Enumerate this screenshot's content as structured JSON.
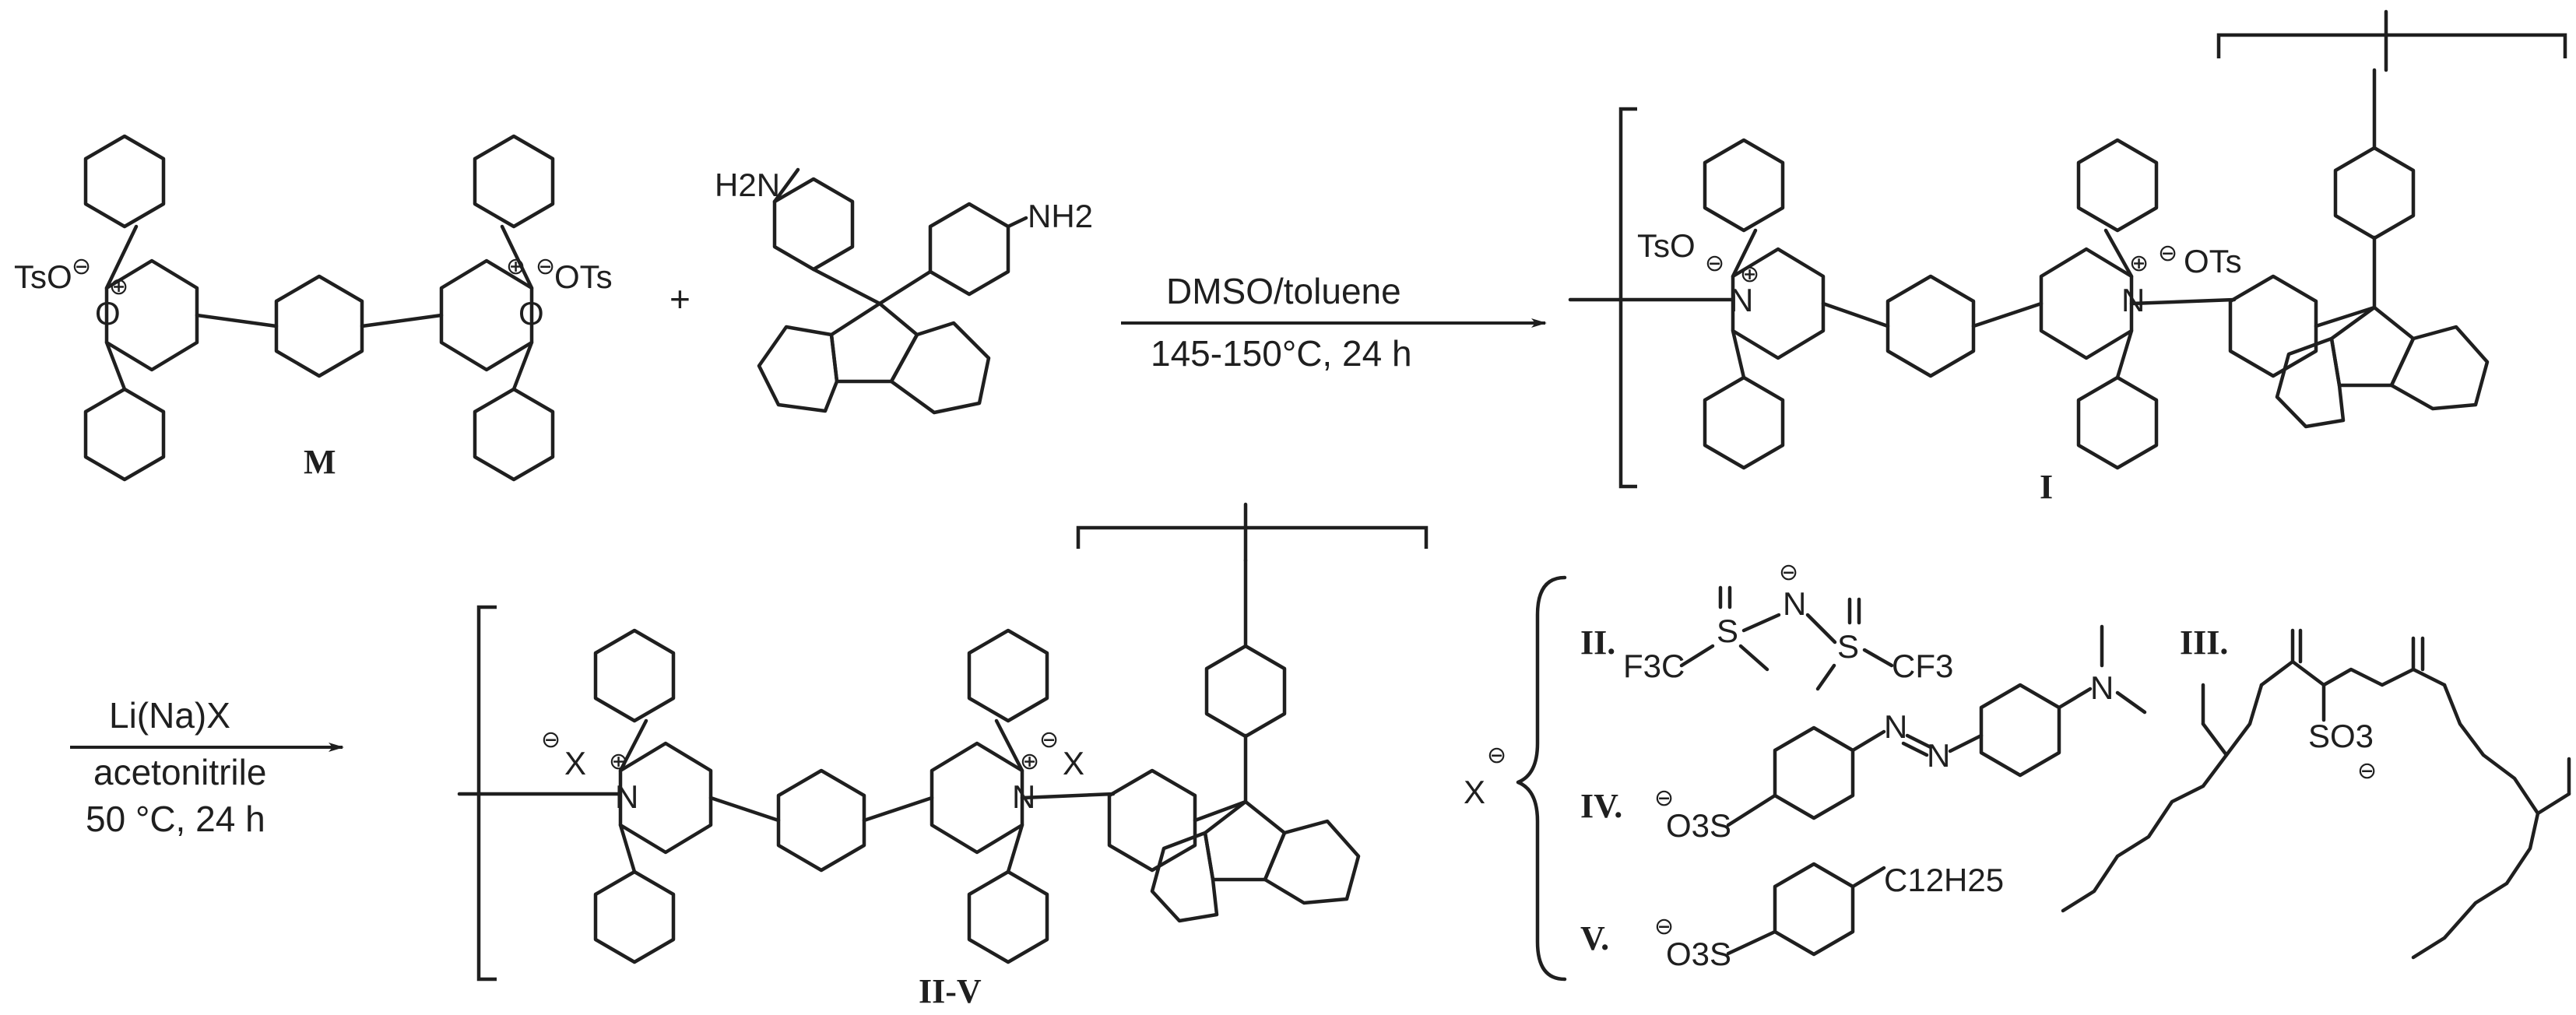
{
  "compounds": {
    "M": {
      "label": "M",
      "left_counterion": "TsO",
      "right_counterion": "OTs",
      "ring_heteroatom": "O"
    },
    "diamine": {
      "amine_left": "H2N",
      "amine_right": "NH2"
    },
    "I": {
      "label": "I",
      "left_counterion": "TsO",
      "right_counterion": "OTs",
      "ring_heteroatom": "N"
    },
    "II_V": {
      "label": "II-V",
      "counterion": "X",
      "ring_heteroatom": "N"
    }
  },
  "plus_sign": "+",
  "reaction1": {
    "line1": "DMSO/toluene",
    "line2": "145-150°C, 24 h"
  },
  "reaction2": {
    "line1": "Li(Na)X",
    "line2": "acetonitrile",
    "line3": "50 °C, 24 h"
  },
  "anion_header": "X",
  "anions": [
    {
      "label": "II.",
      "formula_parts": [
        "F3C",
        "S",
        "N",
        "S",
        "CF3"
      ]
    },
    {
      "label": "III.",
      "formula_parts": [
        "SO3"
      ]
    },
    {
      "label": "IV.",
      "formula_parts": [
        "O3S",
        "N",
        "N",
        "N"
      ]
    },
    {
      "label": "V.",
      "formula_parts": [
        "O3S",
        "C12H25"
      ]
    }
  ],
  "charge_symbols": {
    "plus": "⊕",
    "minus": "⊖"
  }
}
